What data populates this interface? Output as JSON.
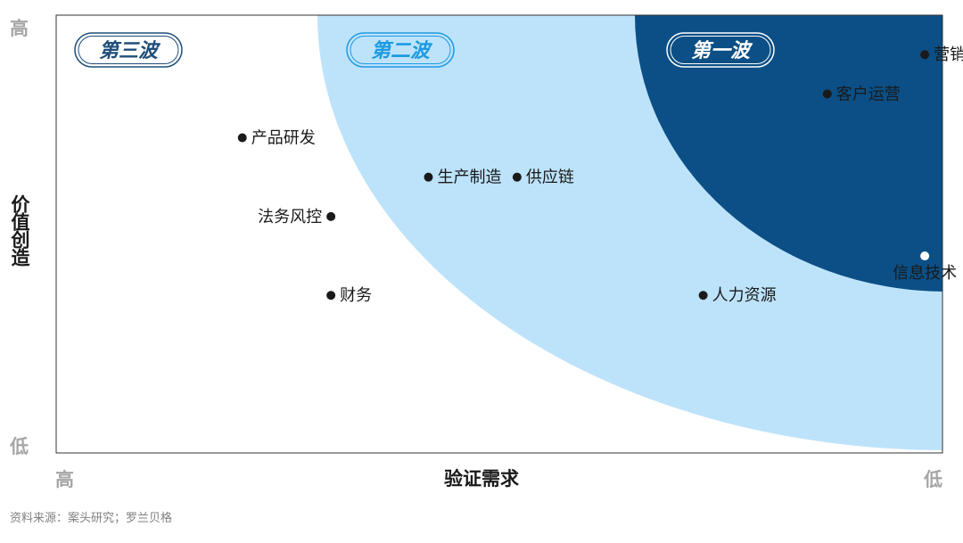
{
  "chart_data": {
    "type": "scatter",
    "title": "",
    "xlabel": "验证需求",
    "ylabel": "价值创造",
    "x_axis_ends": {
      "left": "高",
      "right": "低"
    },
    "y_axis_ends": {
      "top": "高",
      "bottom": "低"
    },
    "xlim": [
      0,
      100
    ],
    "ylim": [
      0,
      100
    ],
    "grid": false,
    "legend": "none",
    "waves": [
      {
        "name": "第三波",
        "color": "#ffffff",
        "text_color": "#1f4e79"
      },
      {
        "name": "第二波",
        "color": "#bde3fb",
        "text_color": "#1f9ae0"
      },
      {
        "name": "第一波",
        "color": "#0b4f86",
        "text_color": "#ffffff"
      }
    ],
    "points": [
      {
        "label": "营销",
        "x": 98,
        "y": 91,
        "label_side": "right",
        "label_color": "#1a1a1a"
      },
      {
        "label": "客户运营",
        "x": 87,
        "y": 82,
        "label_side": "right",
        "label_color": "#1a1a1a"
      },
      {
        "label": "信息技术",
        "x": 98,
        "y": 45,
        "label_side": "below",
        "label_color": "#ffffff"
      },
      {
        "label": "产品研发",
        "x": 21,
        "y": 72,
        "label_side": "right",
        "label_color": "#1a1a1a"
      },
      {
        "label": "生产制造",
        "x": 42,
        "y": 63,
        "label_side": "right",
        "label_color": "#1a1a1a"
      },
      {
        "label": "供应链",
        "x": 52,
        "y": 63,
        "label_side": "right",
        "label_color": "#1a1a1a"
      },
      {
        "label": "法务风控",
        "x": 31,
        "y": 54,
        "label_side": "left",
        "label_color": "#1a1a1a"
      },
      {
        "label": "财务",
        "x": 31,
        "y": 36,
        "label_side": "right",
        "label_color": "#1a1a1a"
      },
      {
        "label": "人力资源",
        "x": 73,
        "y": 36,
        "label_side": "right",
        "label_color": "#1a1a1a"
      }
    ]
  },
  "source": "资料来源：案头研究；罗兰贝格"
}
